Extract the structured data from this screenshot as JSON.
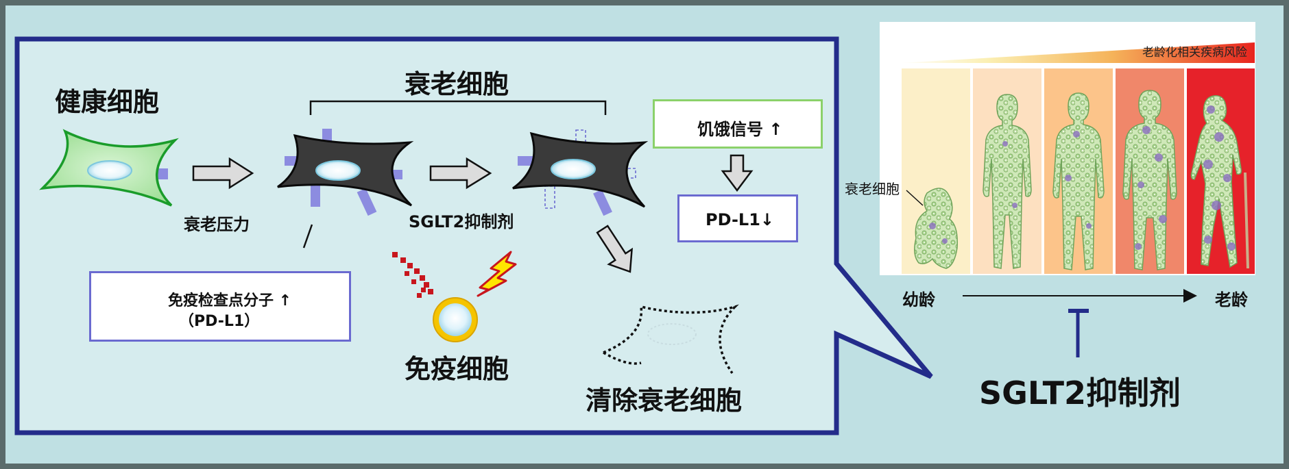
{
  "left_panel": {
    "healthy_cell_label": "健康细胞",
    "senescent_cells_label": "衰老细胞",
    "senescence_stress_label": "衰老压力",
    "sglt2_small_label": "SGLT2抑制剂",
    "checkpoint_box": {
      "line1": "免疫检查点分子 ↑",
      "line2": "（PD-L1）"
    },
    "starvation_box": "饥饿信号 ↑",
    "pdl1_box": "PD-L1↓",
    "immune_cell_label": "免疫细胞",
    "clear_label": "清除衰老细胞"
  },
  "right_panel": {
    "risk_label": "老龄化相关疾病风险",
    "senescent_label": "衰老细胞",
    "young_label": "幼龄",
    "old_label": "老龄",
    "inhibitor_label": "SGLT2抑制剂"
  },
  "colors": {
    "frame": "#5a6b6b",
    "background": "#bfe0e3",
    "callout_fill": "#d6ecee",
    "callout_border": "#232c8a",
    "healthy_cell": "#1a9c2a",
    "senescent_cell": "#3a3a3a",
    "receptor": "#8c8ce0",
    "panel_colors": [
      "#fcefc8",
      "#fde0c0",
      "#fcc48a",
      "#f0876a",
      "#e6222a"
    ]
  }
}
